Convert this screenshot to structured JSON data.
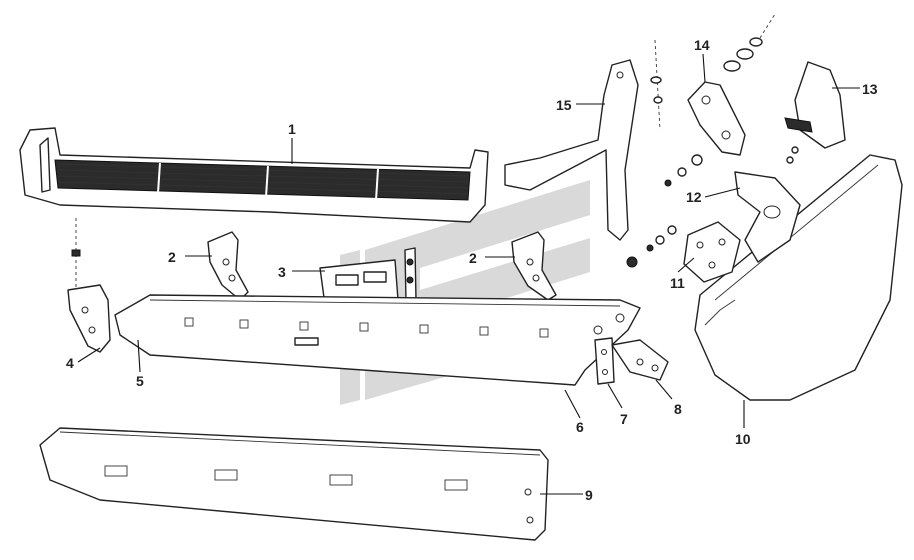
{
  "diagram": {
    "callouts": [
      {
        "id": "c1",
        "label": "1"
      },
      {
        "id": "c2a",
        "label": "2"
      },
      {
        "id": "c2b",
        "label": "2"
      },
      {
        "id": "c3",
        "label": "3"
      },
      {
        "id": "c4",
        "label": "4"
      },
      {
        "id": "c5",
        "label": "5"
      },
      {
        "id": "c6",
        "label": "6"
      },
      {
        "id": "c7",
        "label": "7"
      },
      {
        "id": "c8",
        "label": "8"
      },
      {
        "id": "c9",
        "label": "9"
      },
      {
        "id": "c10",
        "label": "10"
      },
      {
        "id": "c11",
        "label": "11"
      },
      {
        "id": "c12",
        "label": "12"
      },
      {
        "id": "c13",
        "label": "13"
      },
      {
        "id": "c14",
        "label": "14"
      },
      {
        "id": "c15",
        "label": "15"
      }
    ],
    "colors": {
      "line": "#222222",
      "watermark": "#b9b9b9",
      "background": "#ffffff"
    }
  }
}
